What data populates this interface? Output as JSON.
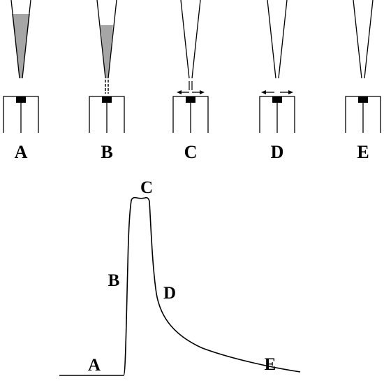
{
  "colors": {
    "ink": "#000000",
    "fluid": "#a6a6a6",
    "background": "#ffffff"
  },
  "stages": [
    {
      "label": "A",
      "fill_fraction": 0.58,
      "flow": "none"
    },
    {
      "label": "B",
      "fill_fraction": 0.4,
      "flow": "downward-dashes"
    },
    {
      "label": "C",
      "fill_fraction": 0.0,
      "flow": "impact-spread"
    },
    {
      "label": "D",
      "fill_fraction": 0.0,
      "flow": "outward-spread"
    },
    {
      "label": "E",
      "fill_fraction": 0.0,
      "flow": "none"
    }
  ],
  "curve": {
    "labels": {
      "A": "A",
      "B": "B",
      "C": "C",
      "D": "D",
      "E": "E"
    }
  }
}
